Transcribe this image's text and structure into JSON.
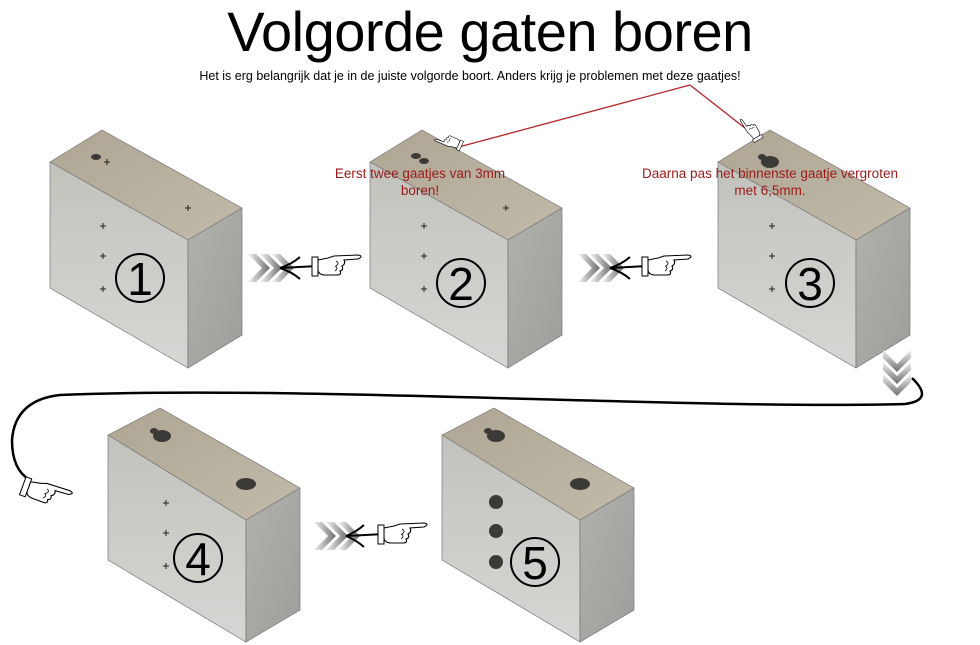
{
  "title": "Volgorde gaten boren",
  "subtitle": "Het is erg belangrijk dat je in de juiste volgorde boort. Anders krijg je problemen met deze gaatjes!",
  "notes": {
    "step2": "Eerst twee gaatjes van 3mm boren!",
    "step3": "Daarna pas het binnenste gaatje vergroten met 6,5mm."
  },
  "steps": [
    "1",
    "2",
    "3",
    "4",
    "5"
  ],
  "colors": {
    "note_red": "#9b1a1a",
    "block_top": "#b3ab9b",
    "block_front": "#c9cac6",
    "block_side": "#a8a9a5"
  }
}
